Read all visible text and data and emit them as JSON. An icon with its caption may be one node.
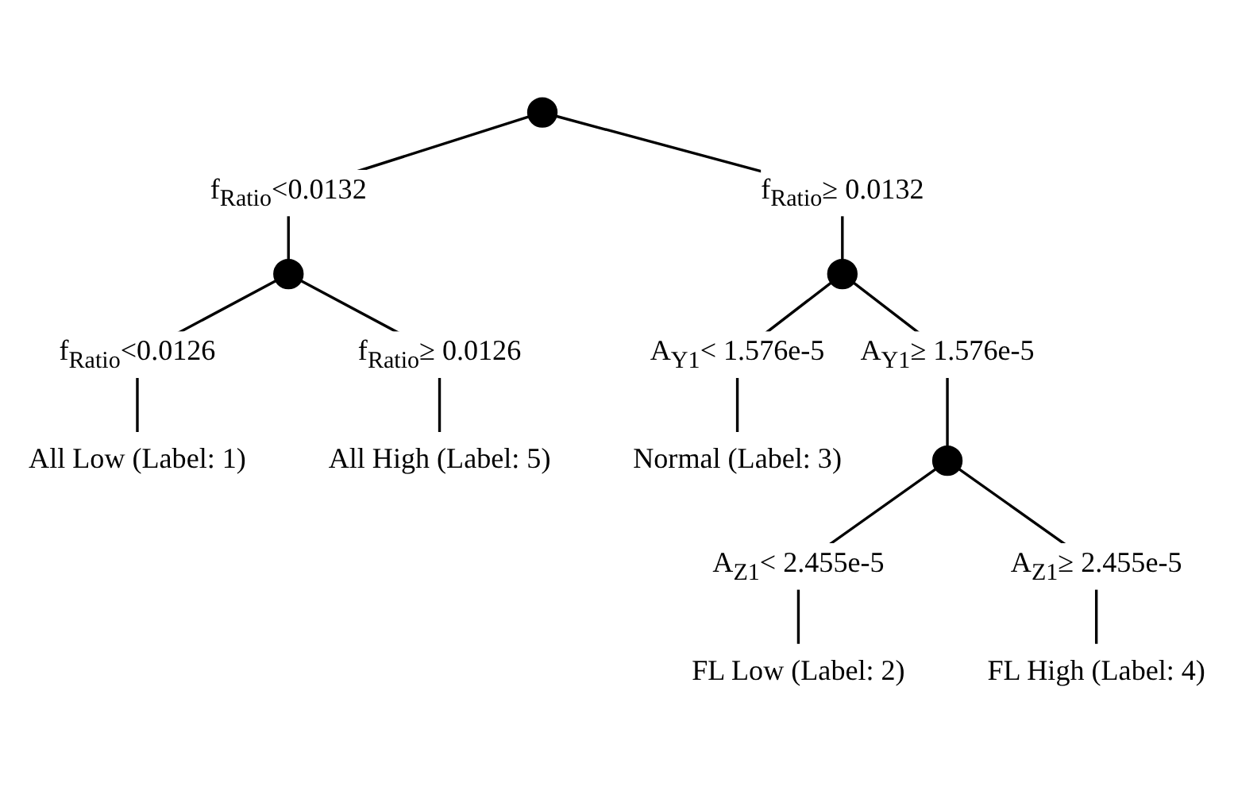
{
  "diagram": {
    "nodes": [
      {
        "text": [],
        "shape": "circle"
      },
      {
        "text": [],
        "shape": "circle"
      },
      {
        "text": [],
        "shape": "circle"
      },
      {
        "text": [],
        "shape": "circle"
      },
      {
        "text": [
          "All Low (Label: 1)"
        ]
      },
      {
        "text": [
          "All High (Label: 5)"
        ]
      },
      {
        "text": [
          "Normal (Label: 3)"
        ]
      },
      {
        "text": [
          "FL Low (Label: 2)"
        ]
      },
      {
        "text": [
          "FL High (Label: 4)"
        ]
      }
    ],
    "edges": [
      {
        "from": 0,
        "to": 1,
        "arrow": "none",
        "label": "f$_{Ratio}$<0.0132"
      },
      {
        "from": 0,
        "to": 2,
        "arrow": "none",
        "label": "f$_{Ratio}$≥ 0.0132"
      },
      {
        "from": 1,
        "to": 4,
        "arrow": "none",
        "label": "f$_{Ratio}$<0.0126"
      },
      {
        "from": 1,
        "to": 5,
        "arrow": "none",
        "label": "f$_{Ratio}$≥ 0.0126"
      },
      {
        "from": 2,
        "to": 6,
        "arrow": "none",
        "label": "A$_{Y1}$< 1.576e-5"
      },
      {
        "from": 2,
        "to": 3,
        "arrow": "none",
        "label": "A$_{Y1}$≥ 1.576e-5"
      },
      {
        "from": 3,
        "to": 7,
        "arrow": "none",
        "label": "A$_{Z1}$< 2.455e-5"
      },
      {
        "from": 3,
        "to": 8,
        "arrow": "none",
        "label": "A$_{Z1}$≥ 2.455e-5"
      }
    ]
  }
}
